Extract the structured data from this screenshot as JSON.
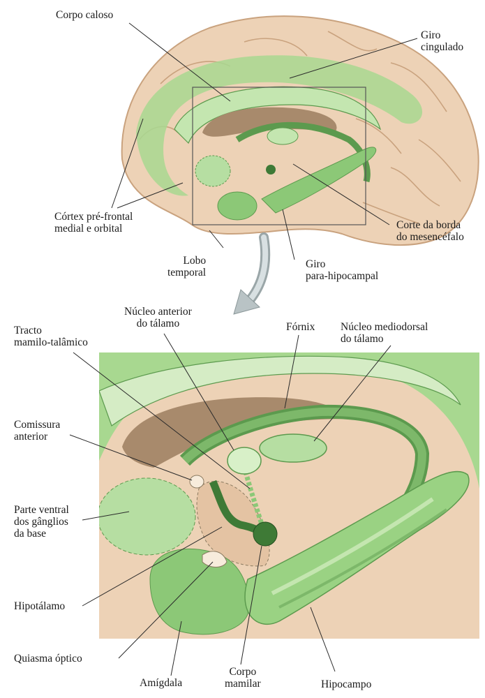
{
  "colors": {
    "brain": "#edd2b6",
    "brain_dark": "#c9a27e",
    "limbic": "#a8d890",
    "limbic_dark": "#5c9a4e",
    "ventricle": "#a88a6c",
    "line": "#2a2a2a"
  },
  "labels": {
    "corpo_caloso": "Corpo caloso",
    "giro_cingulado": [
      "Giro",
      "cingulado"
    ],
    "cortex_prefrontal": [
      "Córtex pré-frontal",
      "medial e orbital"
    ],
    "corte_borda": [
      "Corte da borda",
      "do mesencéfalo"
    ],
    "lobo_temporal": [
      "Lobo",
      "temporal"
    ],
    "giro_parahipocampal": [
      "Giro",
      "para-hipocampal"
    ],
    "nucleo_anterior": [
      "Núcleo anterior",
      "do tálamo"
    ],
    "tracto": [
      "Tracto",
      "mamilo-talâmico"
    ],
    "fornix": "Fórnix",
    "nucleo_mediodorsal": [
      "Núcleo mediodorsal",
      "do tálamo"
    ],
    "comissura": [
      "Comissura",
      "anterior"
    ],
    "parte_ventral": [
      "Parte ventral",
      "dos gânglios",
      "da base"
    ],
    "hipotalamo": "Hipotálamo",
    "quiasma": "Quiasma óptico",
    "amigdala": "Amígdala",
    "corpo_mamilar": [
      "Corpo",
      "mamilar"
    ],
    "hipocampo": "Hipocampo"
  }
}
